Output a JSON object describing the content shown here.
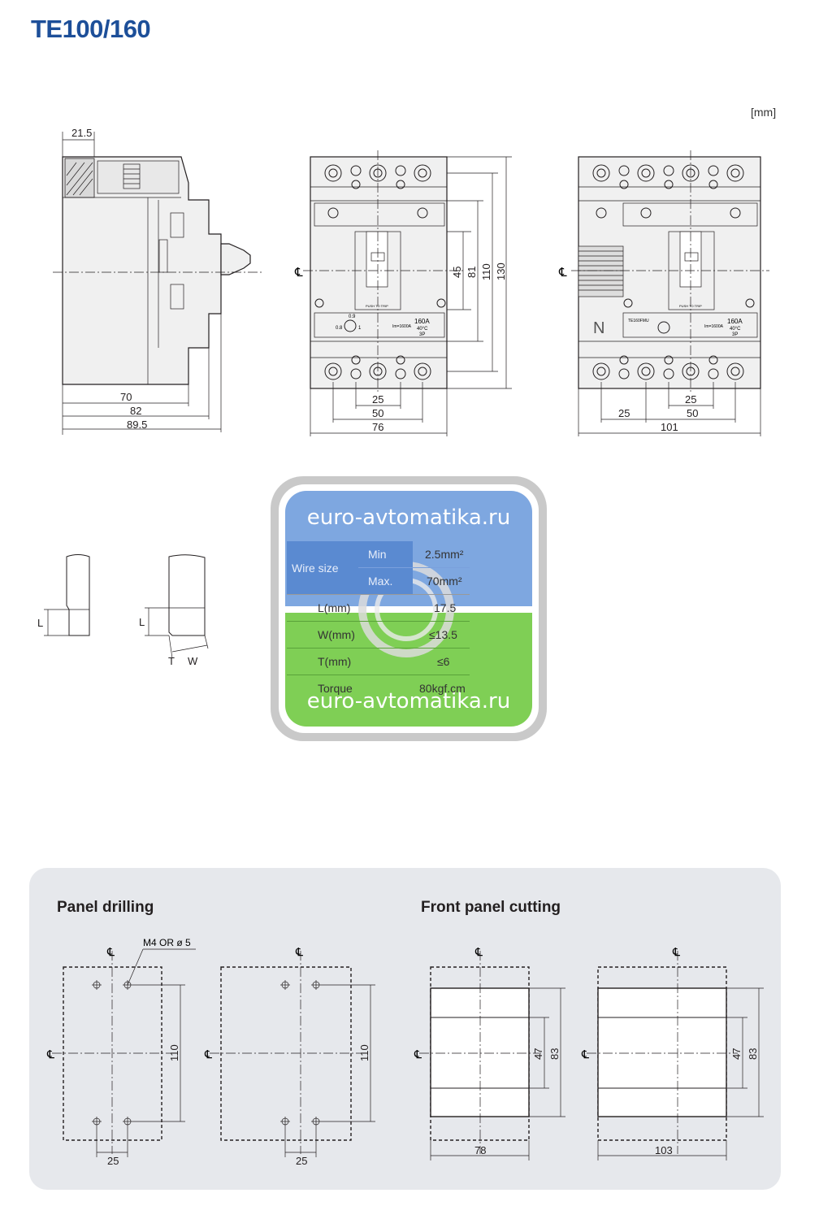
{
  "title": "TE100/160",
  "unit": "[mm]",
  "side_view": {
    "d_top": "21.5",
    "d_70": "70",
    "d_82": "82",
    "d_895": "89.5"
  },
  "front_3p": {
    "d_45": "45",
    "d_81": "81",
    "d_110": "110",
    "d_130": "130",
    "d_25": "25",
    "d_50": "50",
    "d_76": "76",
    "cl": "℄",
    "nameplate": {
      "rating": "160A",
      "temp": "40°C",
      "poles": "3P",
      "trip": "PUSH TO TRIP",
      "range_a": "0.8",
      "range_b": "0.9",
      "range_c": "1",
      "im": "Im=1600A"
    }
  },
  "front_4p": {
    "d_25a": "25",
    "d_25b": "25",
    "d_50": "50",
    "d_101": "101",
    "neutral": "N",
    "cl": "℄",
    "nameplate": {
      "model": "TE160FMU",
      "rating": "160A",
      "temp": "40°C",
      "poles": "3P",
      "trip": "PUSH TO TRIP",
      "im": "Im=1600A"
    }
  },
  "terminals": {
    "l1": "L",
    "l2": "L",
    "t": "T",
    "w": "W"
  },
  "watermark": {
    "text_top": "euro-avtomatika.ru",
    "text_bottom": "euro-avtomatika.ru",
    "table": {
      "wire_size": "Wire size",
      "min_label": "Min",
      "min_val": "2.5mm²",
      "max_label": "Max.",
      "max_val": "70mm²",
      "l_label": "L(mm)",
      "l_val": "17.5",
      "w_label": "W(mm)",
      "w_val": "≤13.5",
      "t_label": "T(mm)",
      "t_val": "≤6",
      "torque_label": "Torque",
      "torque_val": "80kgf.cm"
    },
    "colors": {
      "blue": "#7ea7e0",
      "green": "#7fcf55",
      "ring": "#c9c9c9"
    }
  },
  "panel_drilling": {
    "title": "Panel drilling",
    "hole": "M4 OR ø 5",
    "a": {
      "d_110": "110",
      "d_25": "25"
    },
    "b": {
      "d_110": "110",
      "d_25": "25"
    }
  },
  "front_panel_cutting": {
    "title": "Front panel cutting",
    "a": {
      "d_47": "47",
      "d_83": "83",
      "d_78": "78"
    },
    "b": {
      "d_47": "47",
      "d_83": "83",
      "d_103": "103"
    }
  },
  "section_bg": "#e6e8ec"
}
